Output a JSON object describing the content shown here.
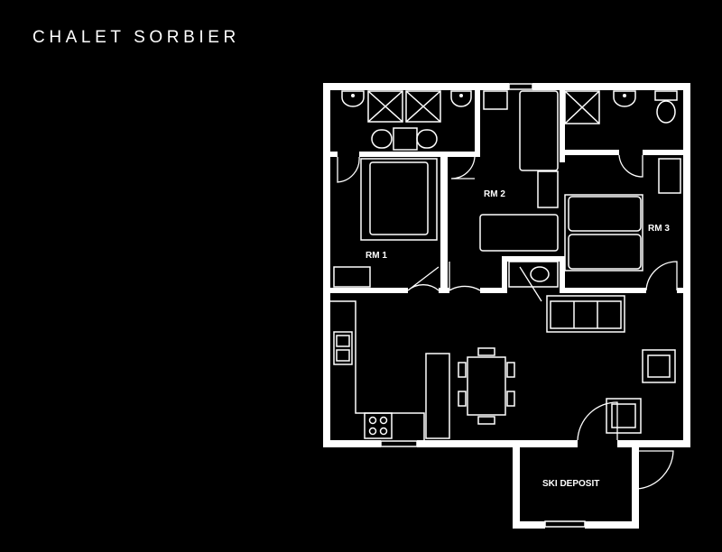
{
  "title": "CHALET SORBIER",
  "rooms": {
    "rm1": "RM 1",
    "rm2": "RM 2",
    "rm3": "RM 3",
    "ski_deposit": "SKI DEPOSIT"
  }
}
